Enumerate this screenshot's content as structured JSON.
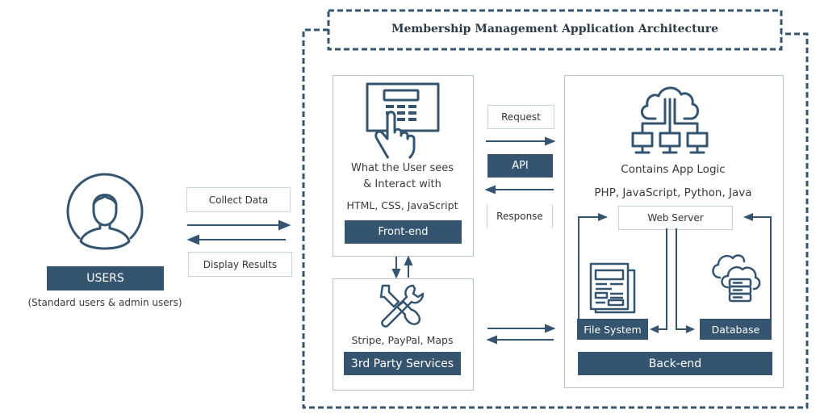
{
  "diagram": {
    "title": "Membership Management Application Architecture",
    "colors": {
      "primary": "#34546f",
      "border": "#b8c2c9",
      "text": "#3a3a3a"
    },
    "users": {
      "icon": "user-circle-icon",
      "label": "USERS",
      "caption": "(Standard users & admin users)"
    },
    "user_flow": {
      "collect_label": "Collect Data",
      "display_label": "Display Results"
    },
    "frontend": {
      "icon": "touch-keypad-icon",
      "line1": "What the User sees",
      "line2": "& Interact with",
      "tech": "HTML, CSS, JavaScript",
      "label": "Front-end"
    },
    "api": {
      "request_label": "Request",
      "api_label": "API",
      "response_label": "Response"
    },
    "third_party": {
      "icon": "tools-icon",
      "tech": "Stripe, PayPal, Maps",
      "label": "3rd Party Services"
    },
    "backend": {
      "icon": "cloud-network-icon",
      "line1": "Contains App Logic",
      "tech": "PHP, JavaScript, Python, Java",
      "web_server_label": "Web Server",
      "file_system_icon": "newspaper-document-icon",
      "file_system_label": "File System",
      "database_icon": "cloud-database-icon",
      "database_label": "Database",
      "label": "Back-end"
    }
  }
}
